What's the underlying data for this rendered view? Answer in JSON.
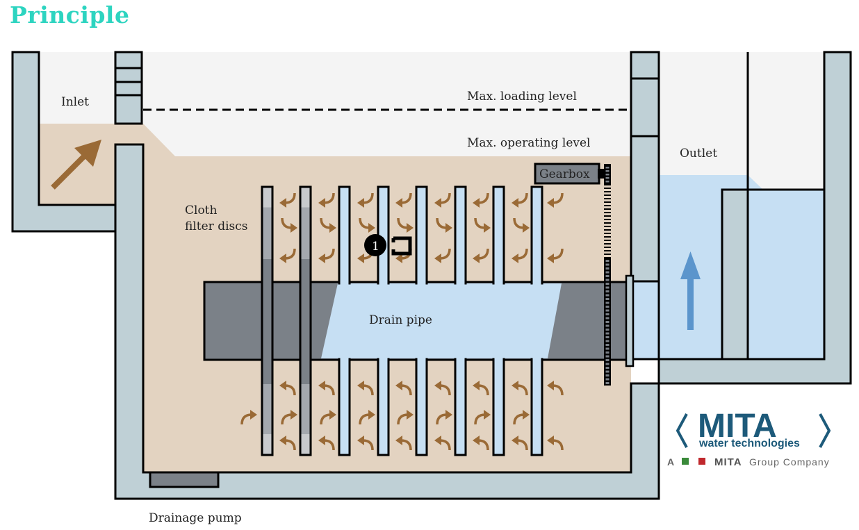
{
  "title": "Principle",
  "labels": {
    "inlet": "Inlet",
    "outlet": "Outlet",
    "max_loading_level": "Max. loading level",
    "max_operating_level": "Max. operating level",
    "gearbox": "Gearbox",
    "cloth_filter_discs_line1": "Cloth",
    "cloth_filter_discs_line2": "filter discs",
    "drain_pipe": "Drain pipe",
    "drainage_pump": "Drainage pump",
    "callout_number": "1"
  },
  "logo": {
    "brand": "MITA",
    "tagline": "water technologies",
    "group_prefix": "A",
    "group_brand": "MITA",
    "group_suffix": "Group Company",
    "group_colors": [
      "#3a8a3a",
      "#c0282d"
    ]
  },
  "colors": {
    "title": "#2dd4c0",
    "concrete": "#bfd0d6",
    "raw_water": "#e3d3c1",
    "clean_water": "#c6dff3",
    "pipe": "#7b8188",
    "flow_arrow": "#9a6a36",
    "outlet_arrow": "#5b95cc",
    "air": "#f4f4f4"
  }
}
